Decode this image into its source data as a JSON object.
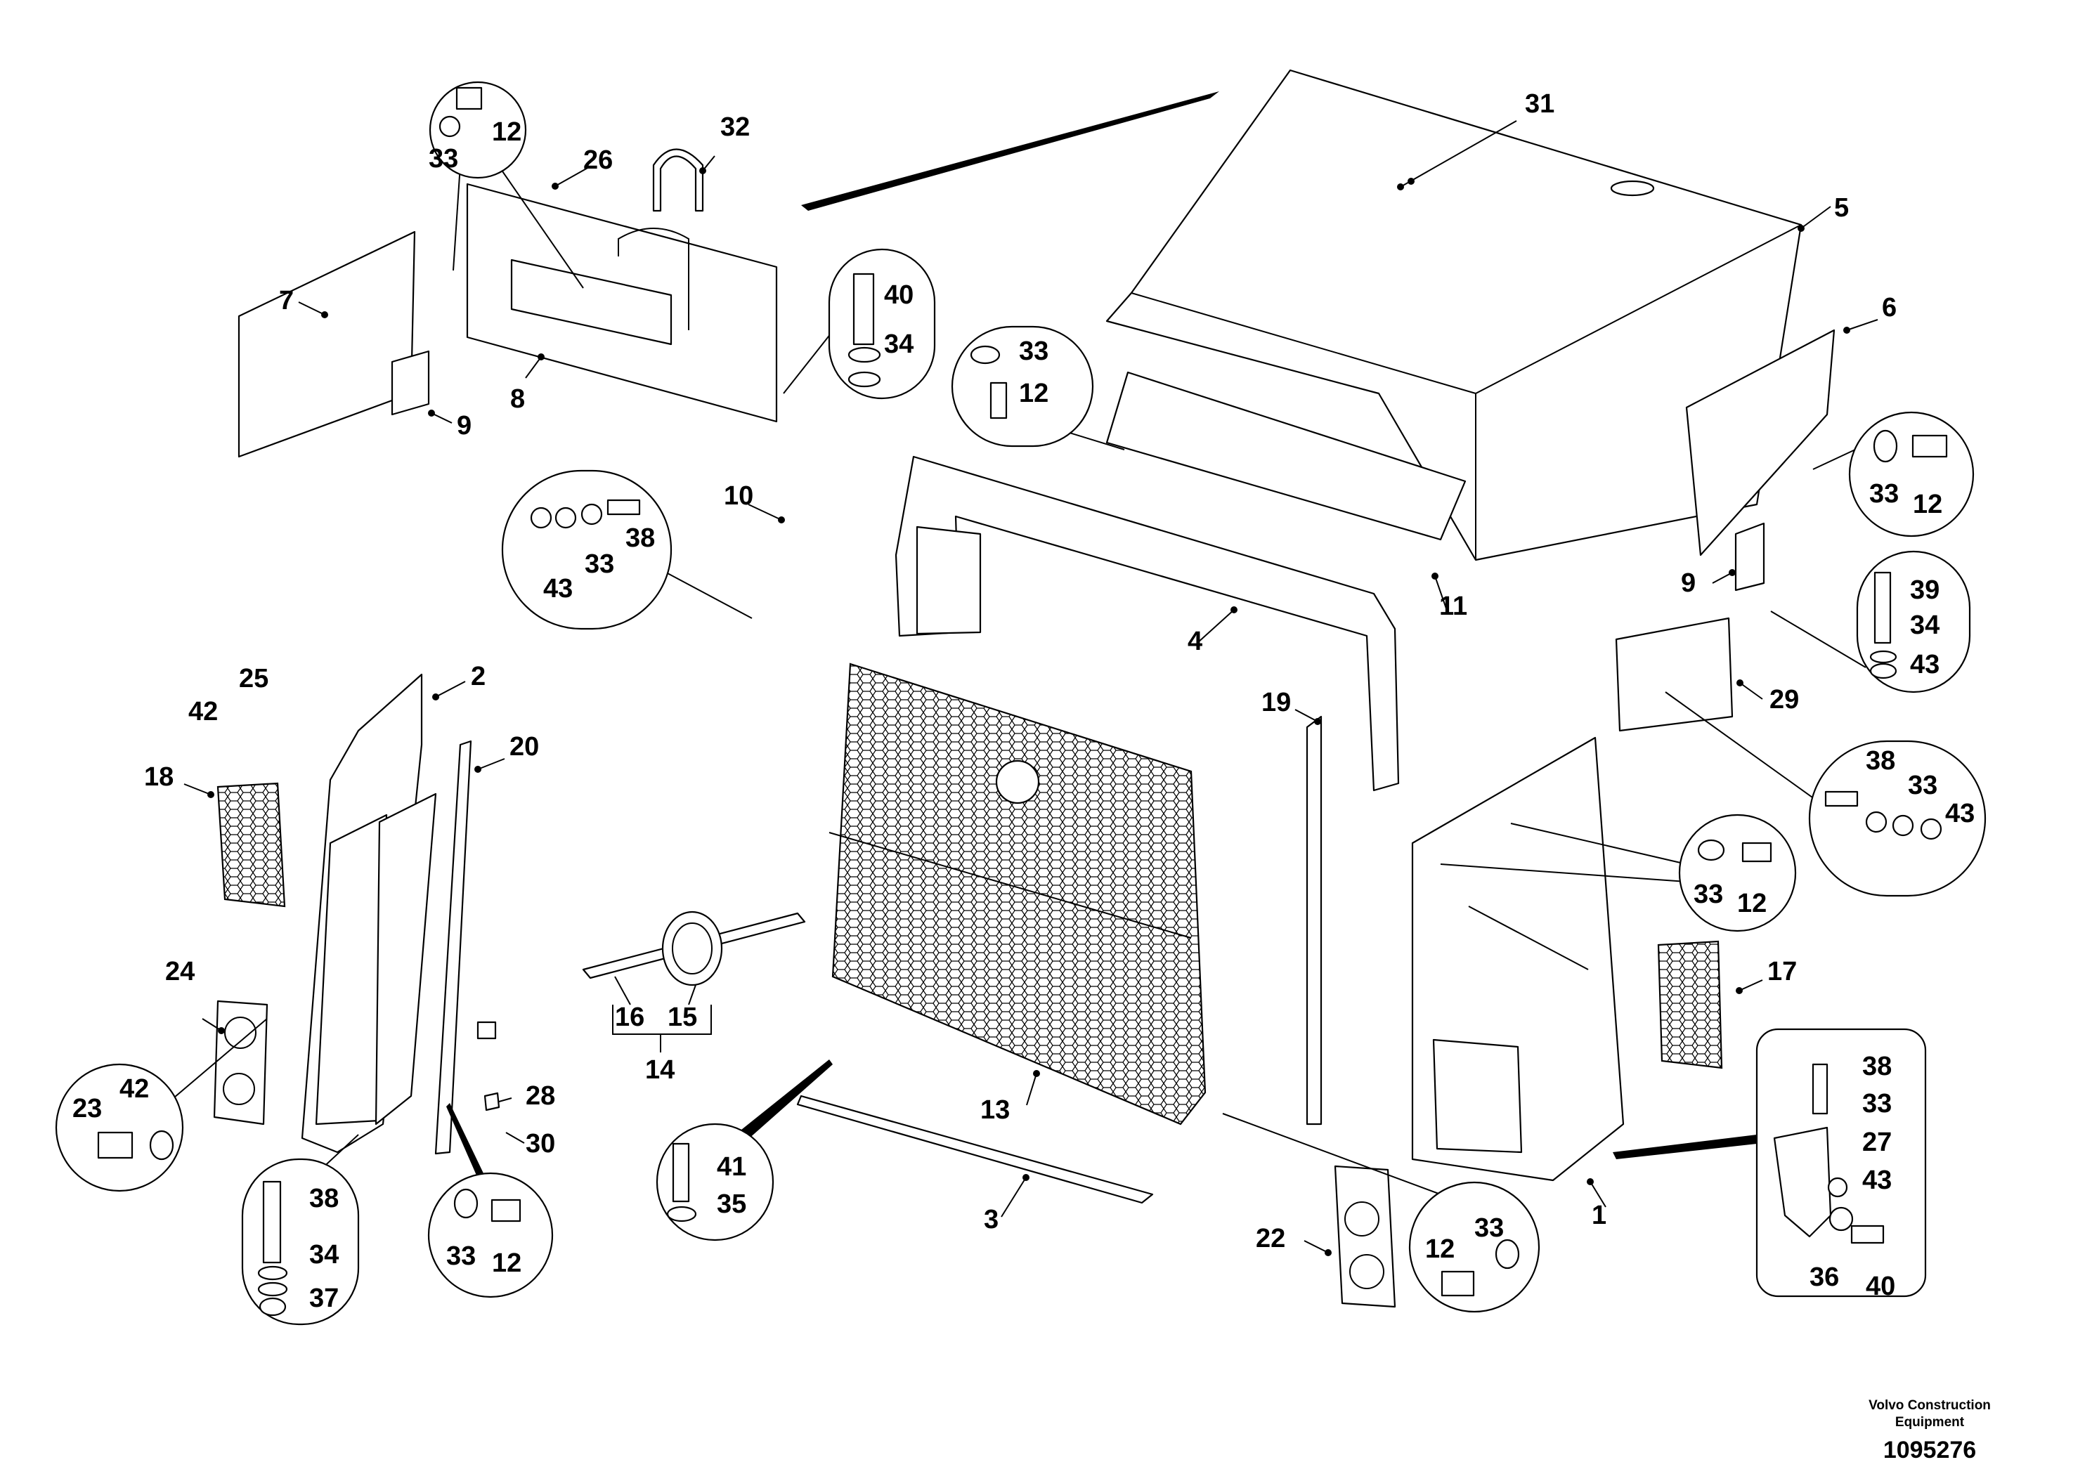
{
  "diagram": {
    "callouts": [
      "1",
      "2",
      "3",
      "4",
      "5",
      "6",
      "7",
      "8",
      "9",
      "10",
      "11",
      "12",
      "13",
      "14",
      "15",
      "16",
      "17",
      "18",
      "19",
      "20",
      "22",
      "23",
      "24",
      "25",
      "26",
      "27",
      "28",
      "29",
      "30",
      "31",
      "32",
      "33",
      "34",
      "35",
      "36",
      "37",
      "38",
      "39",
      "40",
      "41",
      "42",
      "43"
    ],
    "assembly_group": {
      "id": "14",
      "members": [
        "16",
        "15"
      ]
    },
    "zoom_bubbles": [
      [
        "12",
        "33"
      ],
      [
        "40",
        "34"
      ],
      [
        "33",
        "12"
      ],
      [
        "43",
        "33",
        "38"
      ],
      [
        "33",
        "12"
      ],
      [
        "39",
        "34",
        "43"
      ],
      [
        "38",
        "33",
        "43"
      ],
      [
        "33",
        "12"
      ],
      [
        "38",
        "33",
        "27",
        "43",
        "36",
        "40"
      ],
      [
        "23",
        "42"
      ],
      [
        "38",
        "34",
        "37"
      ],
      [
        "33",
        "12"
      ],
      [
        "41",
        "35"
      ],
      [
        "33",
        "12"
      ]
    ]
  },
  "footer": {
    "credit_line1": "Volvo Construction",
    "credit_line2": "Equipment",
    "drawing_number": "1095276"
  }
}
